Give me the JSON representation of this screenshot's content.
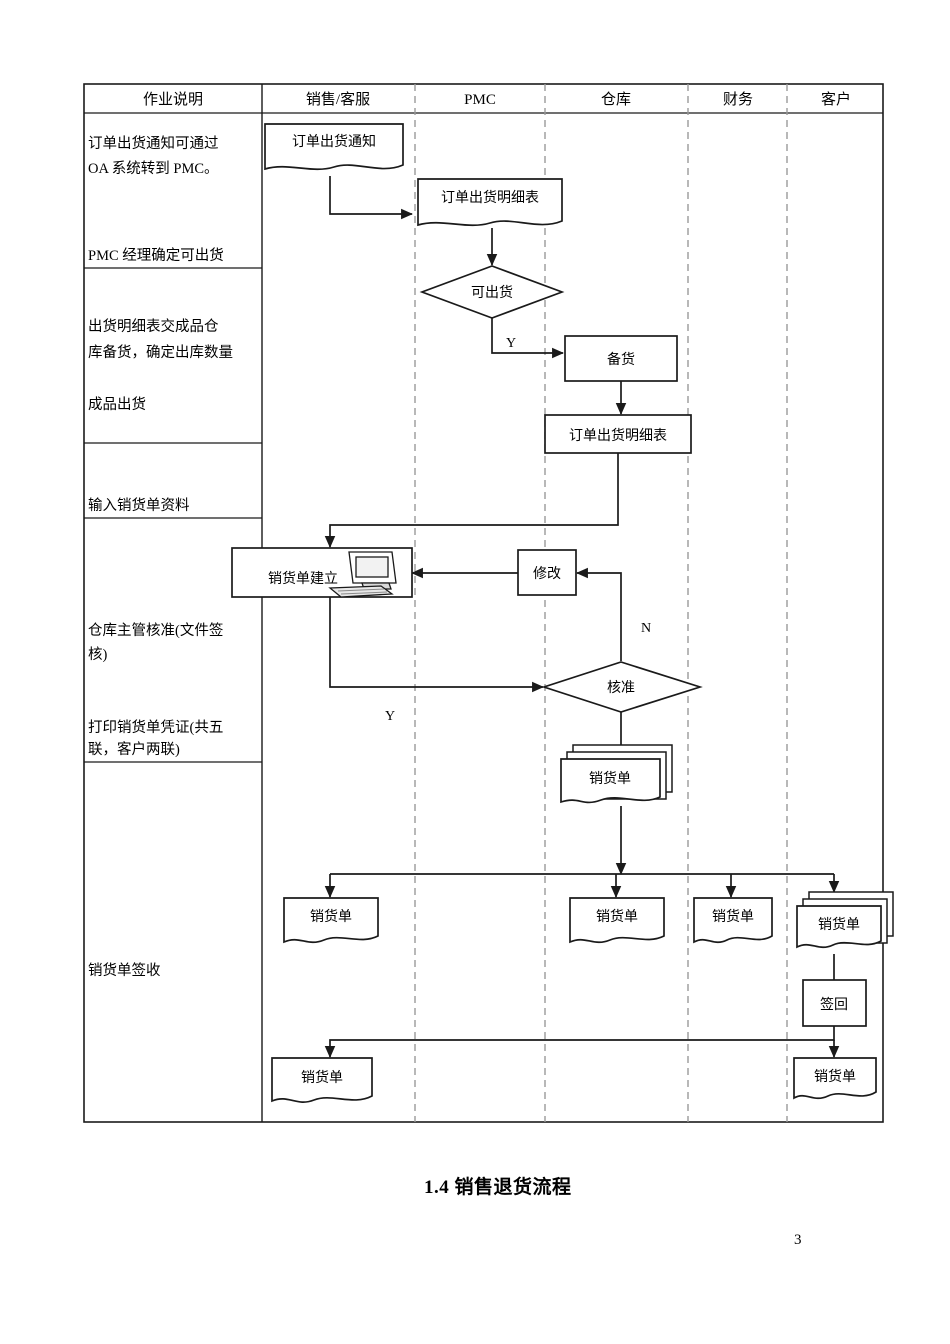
{
  "document": {
    "caption": "1.4 销售退货流程",
    "page_number": "3"
  },
  "table": {
    "columns": [
      {
        "id": "desc",
        "label": "作业说明"
      },
      {
        "id": "sales",
        "label": "销售/客服"
      },
      {
        "id": "pmc",
        "label": "PMC"
      },
      {
        "id": "wh",
        "label": "仓库"
      },
      {
        "id": "fin",
        "label": "财务"
      },
      {
        "id": "cust",
        "label": "客户"
      }
    ]
  },
  "descriptions": [
    {
      "id": "d1",
      "lines": [
        "订单出货通知可通过",
        "OA 系统转到 PMC。"
      ]
    },
    {
      "id": "d2",
      "lines": [
        "PMC 经理确定可出货"
      ]
    },
    {
      "id": "d3",
      "lines": [
        "出货明细表交成品仓",
        "库备货，确定出库数量"
      ]
    },
    {
      "id": "d4",
      "lines": [
        "成品出货"
      ]
    },
    {
      "id": "d5",
      "lines": [
        "输入销货单资料"
      ]
    },
    {
      "id": "d6",
      "lines": [
        "仓库主管核准(文件签",
        "核)"
      ]
    },
    {
      "id": "d7",
      "lines": [
        "打印销货单凭证(共五",
        "联，客户两联)"
      ]
    },
    {
      "id": "d8",
      "lines": [
        "销货单签收"
      ]
    }
  ],
  "nodes": [
    {
      "id": "n1",
      "label": "订单出货通知",
      "shape": "document",
      "lane": "sales"
    },
    {
      "id": "n2",
      "label": "订单出货明细表",
      "shape": "document",
      "lane": "pmc"
    },
    {
      "id": "n3",
      "label": "可出货",
      "shape": "decision",
      "lane": "pmc"
    },
    {
      "id": "n4",
      "label": "备货",
      "shape": "process",
      "lane": "wh"
    },
    {
      "id": "n5",
      "label": "订单出货明细表",
      "shape": "process",
      "lane": "wh"
    },
    {
      "id": "n6",
      "label": "销货单建立",
      "shape": "process-computer",
      "lane": "sales"
    },
    {
      "id": "n7",
      "label": "修改",
      "shape": "process",
      "lane": "pmc"
    },
    {
      "id": "n8",
      "label": "核准",
      "shape": "decision",
      "lane": "wh"
    },
    {
      "id": "n9",
      "label": "销货单",
      "shape": "document-stack",
      "lane": "wh"
    },
    {
      "id": "n10",
      "label": "销货单",
      "shape": "document",
      "lane": "sales"
    },
    {
      "id": "n11",
      "label": "销货单",
      "shape": "document",
      "lane": "wh"
    },
    {
      "id": "n12",
      "label": "销货单",
      "shape": "document",
      "lane": "fin"
    },
    {
      "id": "n13",
      "label": "销货单",
      "shape": "document-stack",
      "lane": "cust"
    },
    {
      "id": "n14",
      "label": "签回",
      "shape": "process",
      "lane": "cust"
    },
    {
      "id": "n15",
      "label": "销货单",
      "shape": "document",
      "lane": "sales"
    },
    {
      "id": "n16",
      "label": "销货单",
      "shape": "document",
      "lane": "cust"
    }
  ],
  "edge_labels": [
    {
      "id": "e1",
      "text": "Y"
    },
    {
      "id": "e2",
      "text": "N"
    },
    {
      "id": "e3",
      "text": "Y"
    }
  ],
  "colors": {
    "line": "#1a1a1a",
    "lane_divider": "#9a9a9a",
    "background": "#ffffff"
  }
}
